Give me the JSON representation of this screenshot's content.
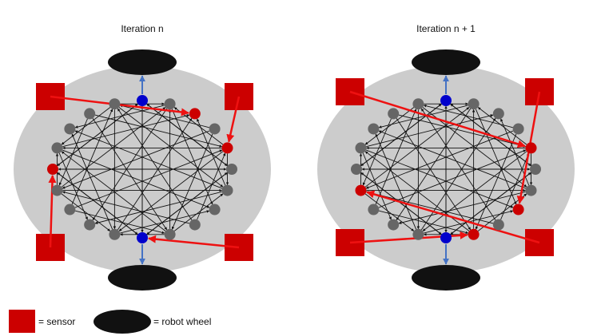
{
  "panels": [
    {
      "title": "Iteration n",
      "sensor_nodes": [
        2,
        4,
        15,
        10
      ],
      "motor_nodes": [
        0,
        10
      ]
    },
    {
      "title": "Iteration n + 1",
      "sensor_nodes": [
        4,
        7,
        9,
        14
      ],
      "motor_nodes": [
        0,
        10
      ]
    }
  ],
  "legend": {
    "sensor_label": "= sensor",
    "wheel_label": "= robot wheel"
  },
  "colors": {
    "body": "#cccccc",
    "wheel": "#111111",
    "sensor": "#cc0000",
    "sensor_node": "#cc0000",
    "motor_node": "#0000cc",
    "hidden_node": "#666666",
    "sensor_wire": "#ee1111",
    "motor_arrow": "#4472c4",
    "edge": "#111111"
  },
  "icons": {
    "sensor": "red-square-icon",
    "wheel": "black-ellipse-icon"
  }
}
